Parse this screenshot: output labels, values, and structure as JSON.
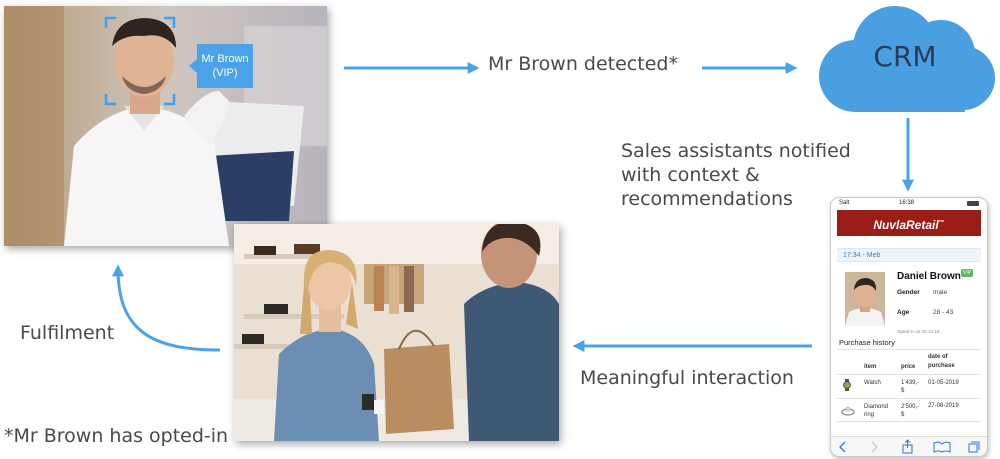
{
  "photo1": {
    "tag_line1": "Mr Brown",
    "tag_line2": "(VIP)"
  },
  "flow": {
    "detected": "Mr Brown detected*",
    "crm": "CRM",
    "notified_line1": "Sales assistants notified",
    "notified_line2": "with context &",
    "notified_line3": "recommendations",
    "interaction": "Meaningful interaction",
    "fulfilment": "Fulfilment",
    "footnote": "*Mr Brown has opted-in"
  },
  "colors": {
    "accent": "#4aa3e8",
    "crm": "#4a9fe0",
    "brand": "#9c1c18",
    "vip_badge": "#5cb85c"
  },
  "phone": {
    "status_carrier": "Salt",
    "status_time": "16:38",
    "brand": "NuvlaRetail",
    "brand_tm": "™",
    "alert": "17:34 - Meb",
    "customer_name": "Daniel Brown",
    "vip": "VIP",
    "gender_label": "Gender",
    "gender_value": "male",
    "age_label": "Age",
    "age_value": "28 - 43",
    "opted": "Opted in on 22-12-18",
    "history_title": "Purchase history",
    "headers": [
      "item",
      "price",
      "date of purchase"
    ],
    "rows": [
      {
        "item": "Watch",
        "price": "1'439,-\n$",
        "date": "01-05-2019",
        "icon": "watch-icon"
      },
      {
        "item": "Diamond\nring",
        "price": "2'500,-\n$",
        "date": "27-08-2019",
        "icon": "ring-icon"
      }
    ],
    "toolbar_icons": [
      "back-icon",
      "forward-icon",
      "share-icon",
      "bookmarks-icon",
      "tabs-icon"
    ]
  }
}
